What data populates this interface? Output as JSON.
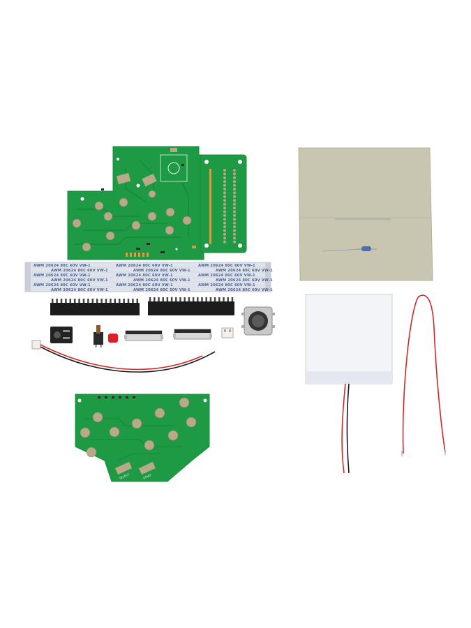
{
  "photo": {
    "subject": "DIY handheld console circuit board kit",
    "colors": {
      "background": "#ffffff",
      "pcb_green": "#1e9a45",
      "pcb_dark_trace": "#14803a",
      "gold_pad": "#b8a98a",
      "ribbon_cable": "#dfe3ec",
      "polarizer_film": "#c8c6b0",
      "backlight_panel": "#f2f4f8",
      "wire_red": "#d42626",
      "wire_black": "#1a1a1a",
      "header_black": "#1c1c1c"
    }
  },
  "ribbon_cable": {
    "print_text": "AWM 20624 80C 60V VW-1"
  },
  "button_board_bottom": {
    "labels": [
      "SELECT",
      "START"
    ]
  }
}
